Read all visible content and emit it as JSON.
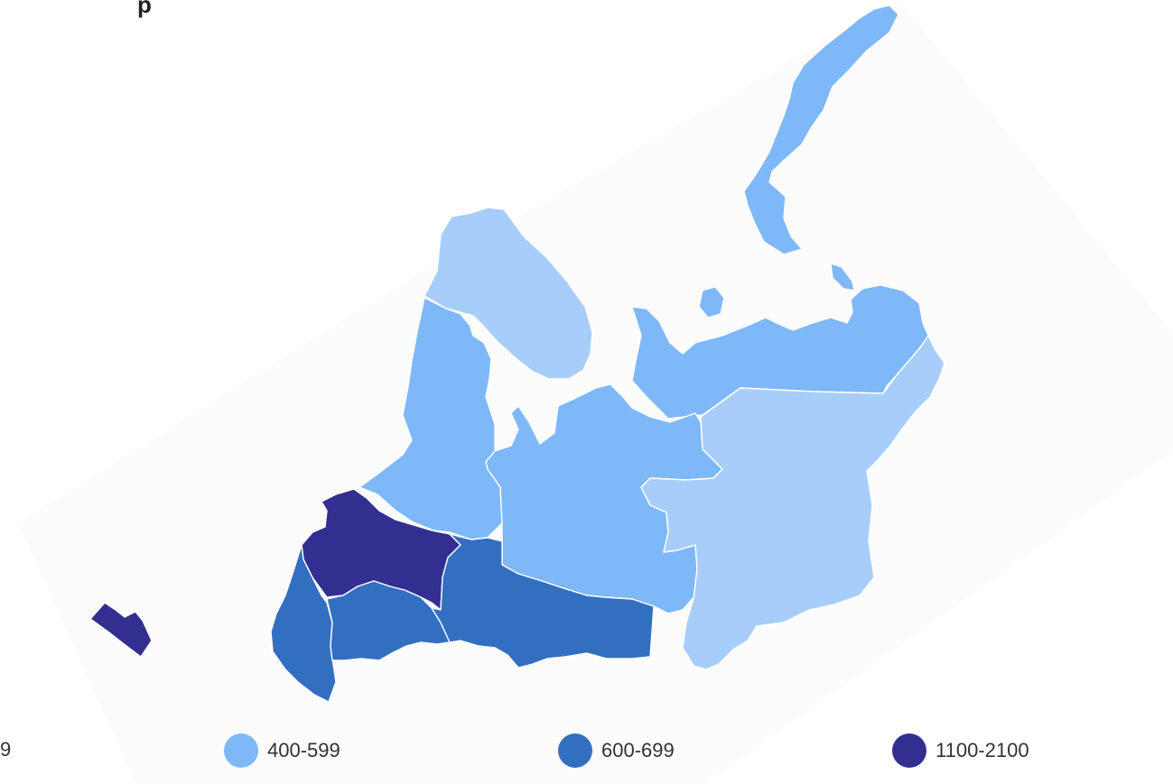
{
  "map": {
    "title_fragment": "p",
    "legend": [
      {
        "label": "9",
        "color": "#a7cefa",
        "clipped": true
      },
      {
        "label": "400-599",
        "color": "#7eb8f9"
      },
      {
        "label": "600-699",
        "color": "#336fc1"
      },
      {
        "label": "1100-2100",
        "color": "#332f91"
      }
    ],
    "regions": [
      {
        "id": "murmansk",
        "color": "#a7cefa"
      },
      {
        "id": "karelia",
        "color": "#7eb8f9"
      },
      {
        "id": "arkhangelsk",
        "color": "#7eb8f9"
      },
      {
        "id": "nenets",
        "color": "#7eb8f9"
      },
      {
        "id": "novaya-zemlya",
        "color": "#7eb8f9"
      },
      {
        "id": "komi",
        "color": "#a7cefa"
      },
      {
        "id": "leningrad",
        "color": "#332f91"
      },
      {
        "id": "kaliningrad",
        "color": "#332f91"
      },
      {
        "id": "pskov",
        "color": "#336fc1"
      },
      {
        "id": "novgorod",
        "color": "#336fc1"
      },
      {
        "id": "vologda",
        "color": "#336fc1"
      }
    ]
  }
}
